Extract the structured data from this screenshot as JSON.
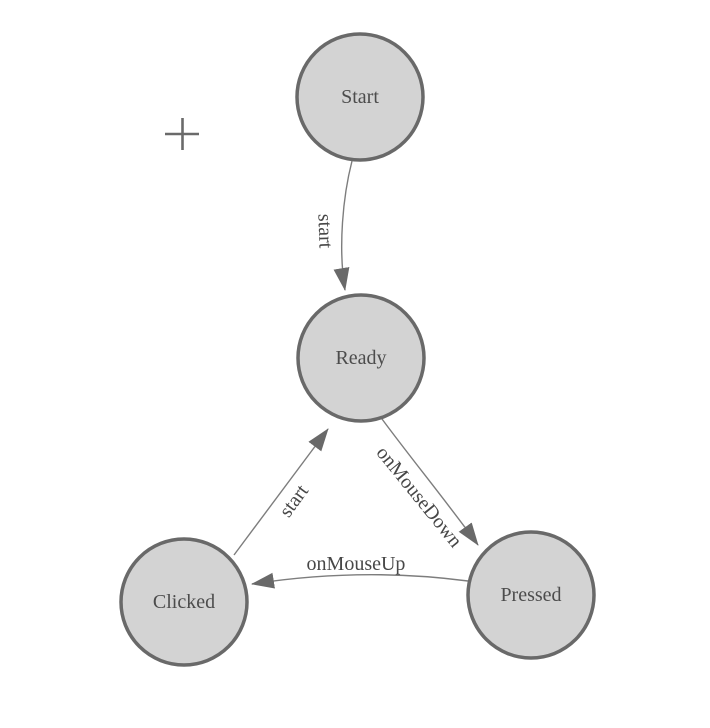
{
  "diagram": {
    "type": "state-machine",
    "colors": {
      "background": "#ffffff",
      "node_fill": "#d3d3d3",
      "node_stroke": "#696969",
      "edge_line": "#7d7d7d",
      "arrowhead": "#696969",
      "label_text": "#474747"
    },
    "icons": {
      "origin_marker": "plus-crosshair-icon"
    },
    "nodes": [
      {
        "id": "start",
        "label": "Start"
      },
      {
        "id": "ready",
        "label": "Ready"
      },
      {
        "id": "clicked",
        "label": "Clicked"
      },
      {
        "id": "pressed",
        "label": "Pressed"
      }
    ],
    "edges": [
      {
        "from": "Start",
        "to": "Ready",
        "label": "start"
      },
      {
        "from": "Ready",
        "to": "Pressed",
        "label": "onMouseDown"
      },
      {
        "from": "Pressed",
        "to": "Clicked",
        "label": "onMouseUp"
      },
      {
        "from": "Clicked",
        "to": "Ready",
        "label": "start"
      }
    ]
  }
}
